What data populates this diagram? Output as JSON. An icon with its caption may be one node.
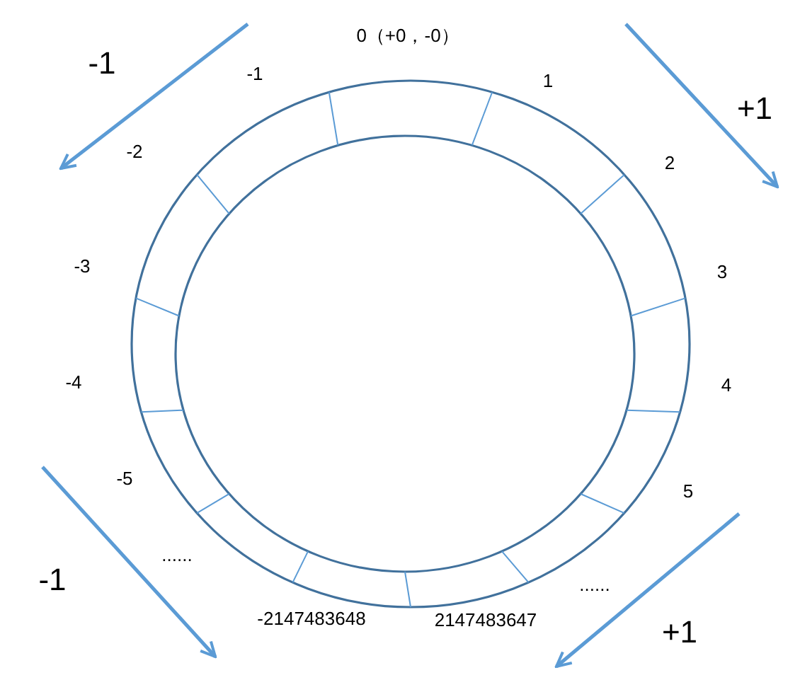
{
  "diagram": {
    "labels": [
      "-1",
      "0（+0，-0）",
      "-1",
      "1",
      "+1",
      "-2",
      "2",
      "-3",
      "3",
      "-4",
      "4",
      "-5",
      "5",
      "-1",
      "......",
      "......",
      "-2147483648",
      "2147483647",
      "+1"
    ]
  }
}
